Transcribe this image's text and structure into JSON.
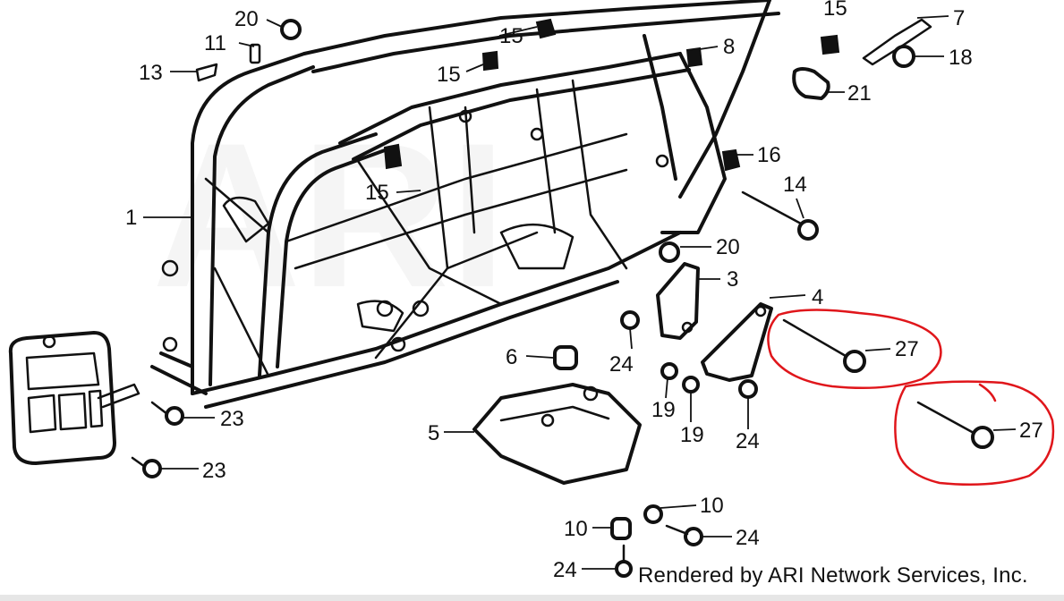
{
  "diagram": {
    "watermark": "ARI",
    "credit": "Rendered by ARI Network Services, Inc.",
    "callouts": {
      "p20_top": "20",
      "p15_top": "15",
      "p7": "7",
      "p11": "11",
      "p15_upper": "15",
      "p8": "8",
      "p18": "18",
      "p13": "13",
      "p15_mid": "15",
      "p21": "21",
      "p16": "16",
      "p14": "14",
      "p15_low": "15",
      "p1": "1",
      "p20_mid": "20",
      "p3": "3",
      "p4": "4",
      "p27_a": "27",
      "p24_a": "24",
      "p6": "6",
      "p27_b": "27",
      "p19_a": "19",
      "p19_b": "19",
      "p24_b": "24",
      "p23_a": "23",
      "p5": "5",
      "p23_b": "23",
      "p10_a": "10",
      "p10_b": "10",
      "p24_c": "24",
      "p24_d": "24"
    },
    "colors": {
      "line": "#111111",
      "highlight": "#e0161b",
      "background": "#ffffff"
    }
  }
}
